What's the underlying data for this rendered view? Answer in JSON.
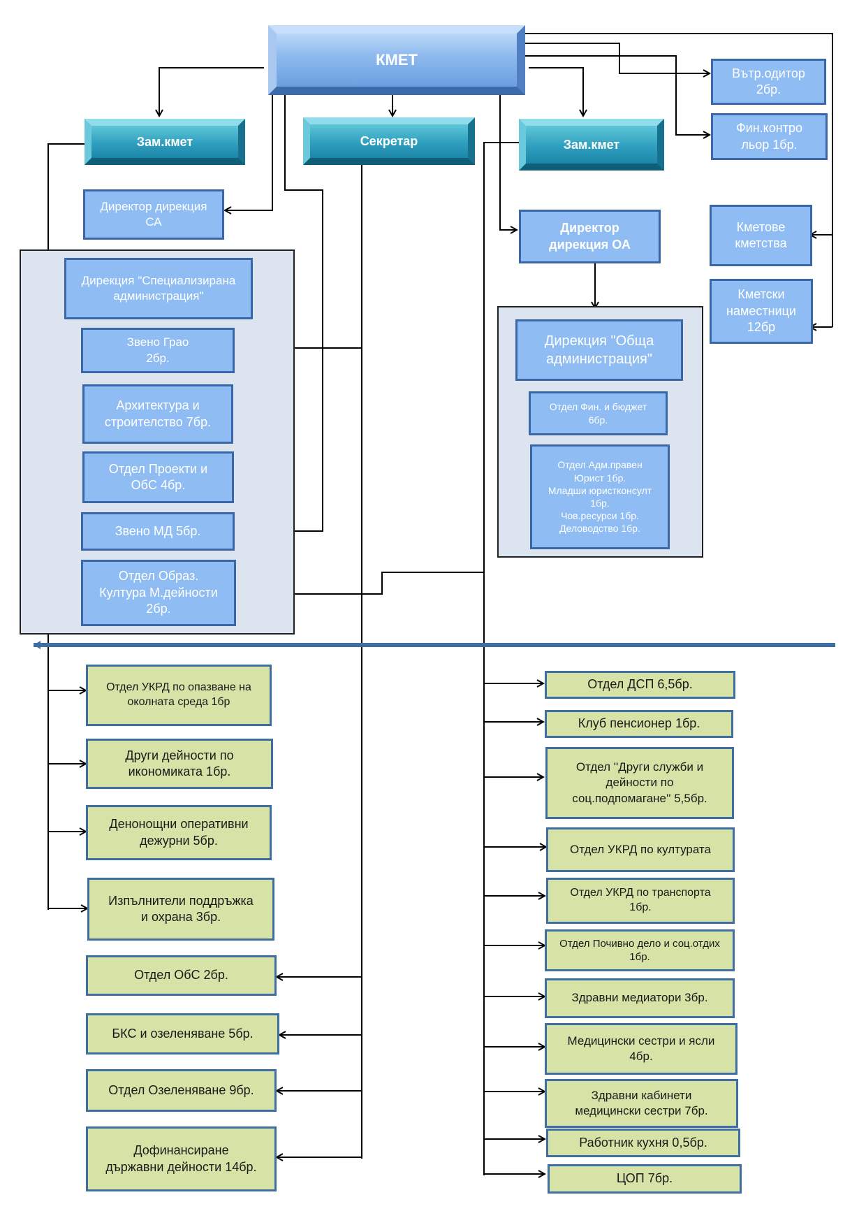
{
  "top": {
    "mayor": "КМЕТ",
    "deputy_left": "Зам.кмет",
    "secretary": "Секретар",
    "deputy_right": "Зам.кмет"
  },
  "right_panel": {
    "internal_auditor": "Вътр.одитор\n2бр.",
    "fin_controller": "Фин.контро\nльор    1бр.",
    "mayors_of_settlements": "Кметове\nкметства",
    "deputy_mayors": "Кметски\nнаместници\n12бр"
  },
  "ca": {
    "director": "Директор дирекция\nСА",
    "directorate": "Дирекция \"Специализирана\nадминистрация\"",
    "grao": "Звено Грао\n2бр.",
    "architecture": "Архитектура и\nстроителство   7бр.",
    "projects": "Отдел  Проекти и\nОбС     4бр.",
    "md": "Звено МД     5бр.",
    "education": "Отдел Образ.\nКултура  М.дейности\n2бр."
  },
  "oa": {
    "director": "Директор\nдирекция  ОА",
    "directorate": "Дирекция \"Обща\nадминистрация\"",
    "finance": "Отдел Фин. и бюджет\n6бр.",
    "admin_legal": "Отдел Адм.правен\nЮрист 1бр.\nМладши юристконсулт\n1бр.\nЧов.ресурси 1бр.\nДеловодство 1бр."
  },
  "lower_left": [
    "Отдел УКРД по опазване на\nоколната среда  1бр",
    "Други дейности по\nикономиката  1бр.",
    "Денонощни оперативни\nдежурни 5бр.",
    "Изпълнители поддръжка\nи охрана   3бр.",
    "Отдел ОбС    2бр.",
    "БКС  и озеленяване  5бр.",
    "Отдел Озеленяване  9бр.",
    "Дофинансиране\nдържавни дейности   14бр."
  ],
  "lower_right": [
    "Отдел ДСП   6,5бр.",
    "Клуб пенсионер   1бр.",
    "Отдел ''Други служби и\nдейности по\nсоц.подпомагане''  5,5бр.",
    "Отдел УКРД по културата",
    "Отдел УКРД по транспорта\n1бр.",
    "Отдел Почивно дело и соц.отдих\n1бр.",
    "Здравни медиатори  3бр.",
    "Медицински сестри и ясли\n4бр.",
    "Здравни кабинети\nмедицински сестри    7бр.",
    "Работник кухня 0,5бр.",
    "ЦОП   7бр."
  ],
  "colors": {
    "blue_fill": "#8fbcf2",
    "blue_border": "#3a67a8",
    "green_fill": "#d7e3a6",
    "teal": "#2f9fbf",
    "divider": "#3f6fa2",
    "group_bg": "#dbe4ef"
  }
}
